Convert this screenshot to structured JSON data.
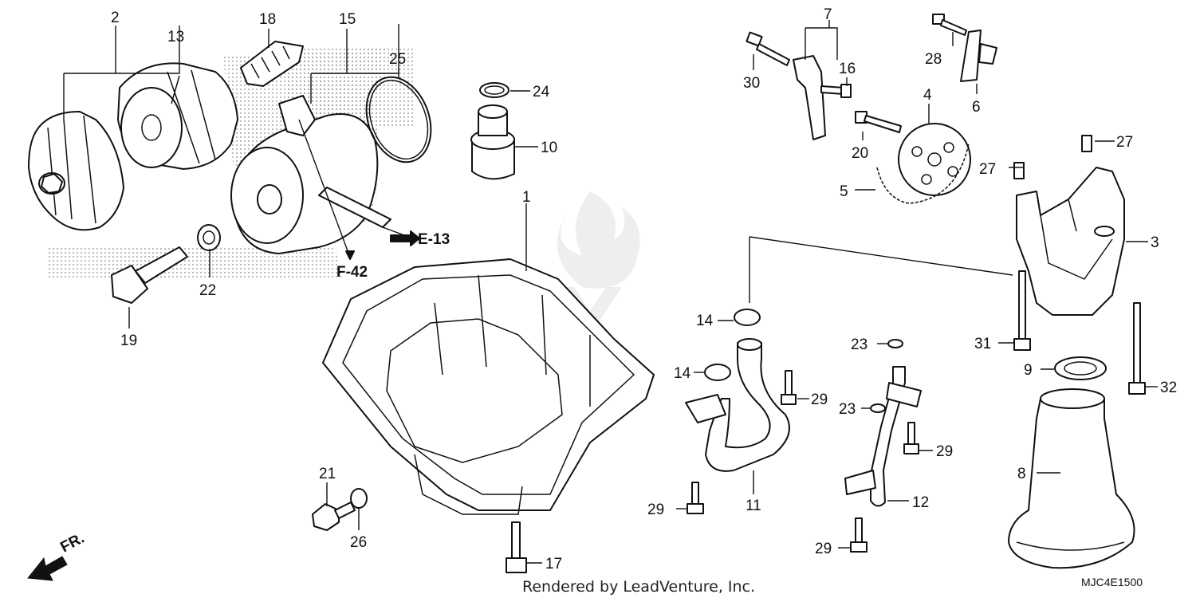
{
  "callouts": {
    "c1": "1",
    "c2": "2",
    "c3": "3",
    "c4": "4",
    "c5": "5",
    "c6": "6",
    "c7": "7",
    "c8": "8",
    "c9": "9",
    "c10": "10",
    "c11": "11",
    "c12": "12",
    "c13": "13",
    "c14a": "14",
    "c14b": "14",
    "c15": "15",
    "c16": "16",
    "c17": "17",
    "c18": "18",
    "c19": "19",
    "c20": "20",
    "c21": "21",
    "c22": "22",
    "c23a": "23",
    "c23b": "23",
    "c24": "24",
    "c25": "25",
    "c26": "26",
    "c27a": "27",
    "c27b": "27",
    "c28": "28",
    "c29a": "29",
    "c29b": "29",
    "c29c": "29",
    "c29d": "29",
    "c30": "30",
    "c31": "31",
    "c32": "32"
  },
  "references": {
    "e13": "E-13",
    "f42": "F-42"
  },
  "direction": {
    "label": "FR."
  },
  "diagram_code": "MJC4E1500",
  "footer": {
    "rendered_by": "Rendered by LeadVenture, Inc."
  },
  "colors": {
    "line": "#111111",
    "background": "#ffffff",
    "watermark": "#dddddd"
  }
}
